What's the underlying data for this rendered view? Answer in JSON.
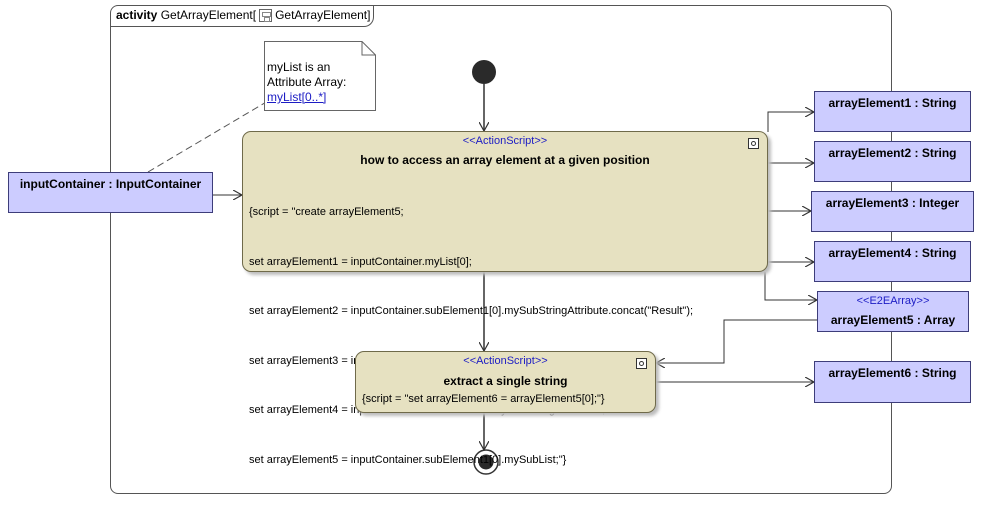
{
  "frame": {
    "keyword": "activity",
    "name": "GetArrayElement",
    "ref_name": "GetArrayElement"
  },
  "note": {
    "line1": "myList is an",
    "line2": "Attribute Array:",
    "link": "myList[0..*]"
  },
  "input_pin": {
    "label": "inputContainer : InputContainer"
  },
  "action1": {
    "stereotype": "<<ActionScript>>",
    "name": "how to access an array element at a given position",
    "script": [
      "{script = \"create arrayElement5;",
      "set arrayElement1 = inputContainer.myList[0];",
      "set arrayElement2 = inputContainer.subElement1[0].mySubStringAttribute.concat(\"Result\");",
      "set arrayElement3 = inputContainer.subElement1[0].mySubIntegerAttribute + 1;",
      "set arrayElement4 = inputContainer.subElement2.mySubStringAttribute2;",
      "set arrayElement5 = inputContainer.subElement1[0].mySubList;\"}"
    ]
  },
  "action2": {
    "stereotype": "<<ActionScript>>",
    "name": "extract a single string",
    "script": "{script = \"set arrayElement6 = arrayElement5[0];\"}"
  },
  "output_pins": {
    "el1": "arrayElement1 : String",
    "el2": "arrayElement2 : String",
    "el3": "arrayElement3 : Integer",
    "el4": "arrayElement4 : String",
    "el5_stereotype": "<<E2EArray>>",
    "el5": "arrayElement5 : Array",
    "el6": "arrayElement6 : String"
  },
  "colors": {
    "action_fill": "#e6e1c1",
    "pin_fill": "#ccccff",
    "stereotype_text": "#1c1cc4"
  }
}
